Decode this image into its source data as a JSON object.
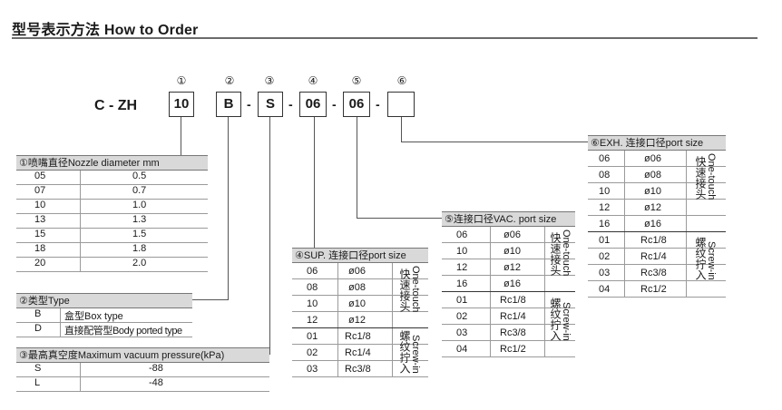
{
  "title": "型号表示方法 How to Order",
  "code": {
    "prefix": "C - ZH",
    "circles": [
      "①",
      "②",
      "③",
      "④",
      "⑤",
      "⑥"
    ],
    "boxes": [
      "10",
      "B",
      "S",
      "06",
      "06",
      ""
    ],
    "dash": "-"
  },
  "nozzle": {
    "header": "①喷嘴直径Nozzle diameter  mm",
    "rows": [
      [
        "05",
        "0.5"
      ],
      [
        "07",
        "0.7"
      ],
      [
        "10",
        "1.0"
      ],
      [
        "13",
        "1.3"
      ],
      [
        "15",
        "1.5"
      ],
      [
        "18",
        "1.8"
      ],
      [
        "20",
        "2.0"
      ]
    ]
  },
  "type": {
    "header": "②类型Type",
    "rows": [
      [
        "B",
        "盒型Box type"
      ],
      [
        "D",
        "直接配管型Body ported type"
      ]
    ]
  },
  "vacuum": {
    "header": "③最高真空度Maximum vacuum pressure(kPa)",
    "rows": [
      [
        "S",
        "-88"
      ],
      [
        "L",
        "-48"
      ]
    ]
  },
  "sup": {
    "header": "④SUP. 连接口径port size",
    "rows": [
      [
        "06",
        "ø06"
      ],
      [
        "08",
        "ø08"
      ],
      [
        "10",
        "ø10"
      ],
      [
        "12",
        "ø12"
      ],
      [
        "01",
        "Rc1/8"
      ],
      [
        "02",
        "Rc1/4"
      ],
      [
        "03",
        "Rc3/8"
      ]
    ],
    "group1_cn": "快速接头",
    "group1_en": "One-touch",
    "group2_cn": "螺纹拧入",
    "group2_en": "Screw-in"
  },
  "vac": {
    "header": "⑤连接口径VAC. port size",
    "rows": [
      [
        "06",
        "ø06"
      ],
      [
        "10",
        "ø10"
      ],
      [
        "12",
        "ø12"
      ],
      [
        "16",
        "ø16"
      ],
      [
        "01",
        "Rc1/8"
      ],
      [
        "02",
        "Rc1/4"
      ],
      [
        "03",
        "Rc3/8"
      ],
      [
        "04",
        "Rc1/2"
      ]
    ],
    "group1_cn": "快速接头",
    "group1_en": "One-touch",
    "group2_cn": "螺纹拧入",
    "group2_en": "Screw-in"
  },
  "exh": {
    "header": "⑥EXH. 连接口径port size",
    "rows": [
      [
        "06",
        "ø06"
      ],
      [
        "08",
        "ø08"
      ],
      [
        "10",
        "ø10"
      ],
      [
        "12",
        "ø12"
      ],
      [
        "16",
        "ø16"
      ],
      [
        "01",
        "Rc1/8"
      ],
      [
        "02",
        "Rc1/4"
      ],
      [
        "03",
        "Rc3/8"
      ],
      [
        "04",
        "Rc1/2"
      ]
    ],
    "group1_cn": "快速接头",
    "group1_en": "One-touch",
    "group2_cn": "螺纹拧入",
    "group2_en": "Screw-in"
  }
}
